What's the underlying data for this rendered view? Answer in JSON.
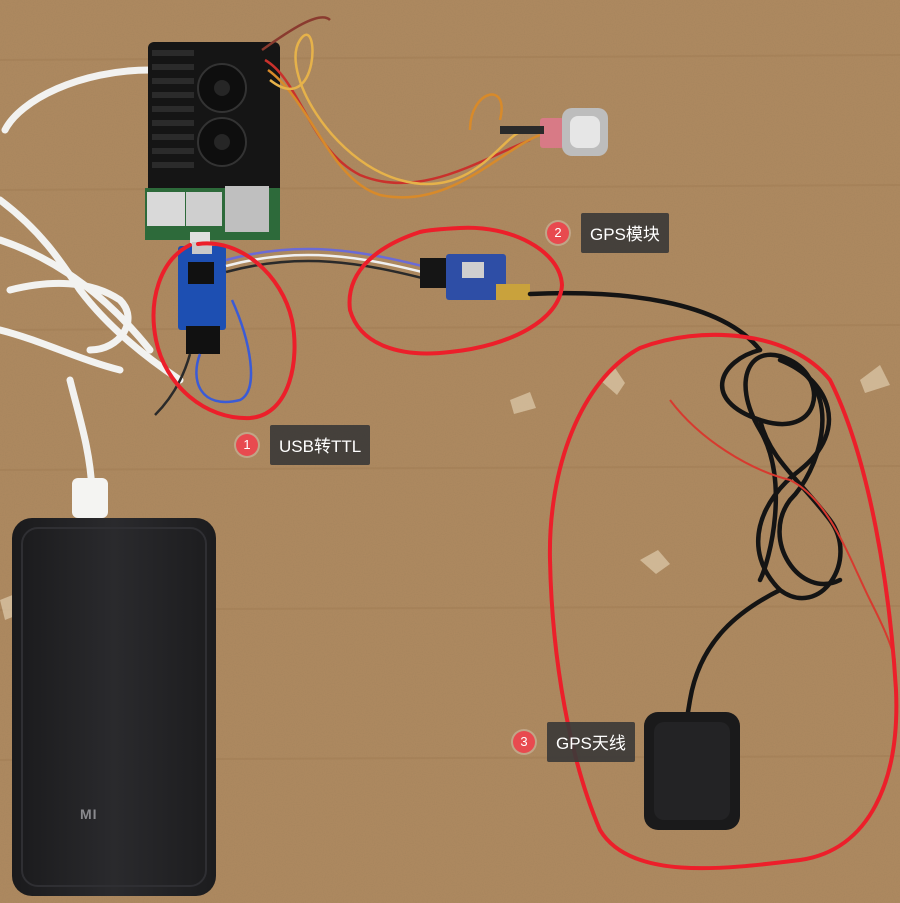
{
  "annotations": [
    {
      "number": "1",
      "label": "USB转TTL"
    },
    {
      "number": "2",
      "label": "GPS模块"
    },
    {
      "number": "3",
      "label": "GPS天线"
    }
  ],
  "powerbank_logo": "MI",
  "colors": {
    "cardboard": "#b08a60",
    "highlight_circle": "#ec1f2a",
    "badge": "#e84a4f",
    "callout_bg": "#3c3a38"
  }
}
